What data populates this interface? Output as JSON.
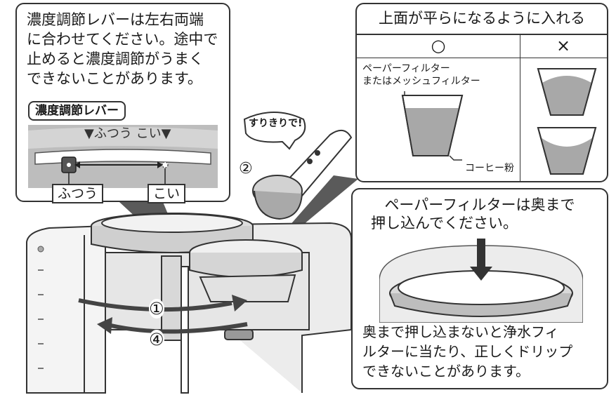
{
  "lever_callout": {
    "lines": [
      "濃度調節レバーは左右両端",
      "に合わせてください。途中で",
      "止めると濃度調節がうまく",
      "できないことがあります。"
    ],
    "lever_title": "濃度調節レバー",
    "dial_text": "▼ふつう こい▼",
    "label_normal": "ふつう",
    "label_strong": "こい"
  },
  "scoop": {
    "bubble": "すりきりで!",
    "step": "②"
  },
  "fill_callout": {
    "title": "上面が平らになるように入れる",
    "good_mark": "○",
    "bad_mark": "×",
    "filter_label_1": "ペーパーフィルター",
    "filter_label_2": "またはメッシュフィルター",
    "powder_label": "コーヒー粉"
  },
  "paper_callout": {
    "head_1": "ペーパーフィルターは奥まで",
    "head_2": "押し込んでください。",
    "warn_1": "奥まで押し込まないと浄水フィ",
    "warn_2": "ルターに当たり、正しくドリップ",
    "warn_3": "できないことがあります。"
  },
  "steps": {
    "step_1": "①",
    "step_4": "④"
  }
}
